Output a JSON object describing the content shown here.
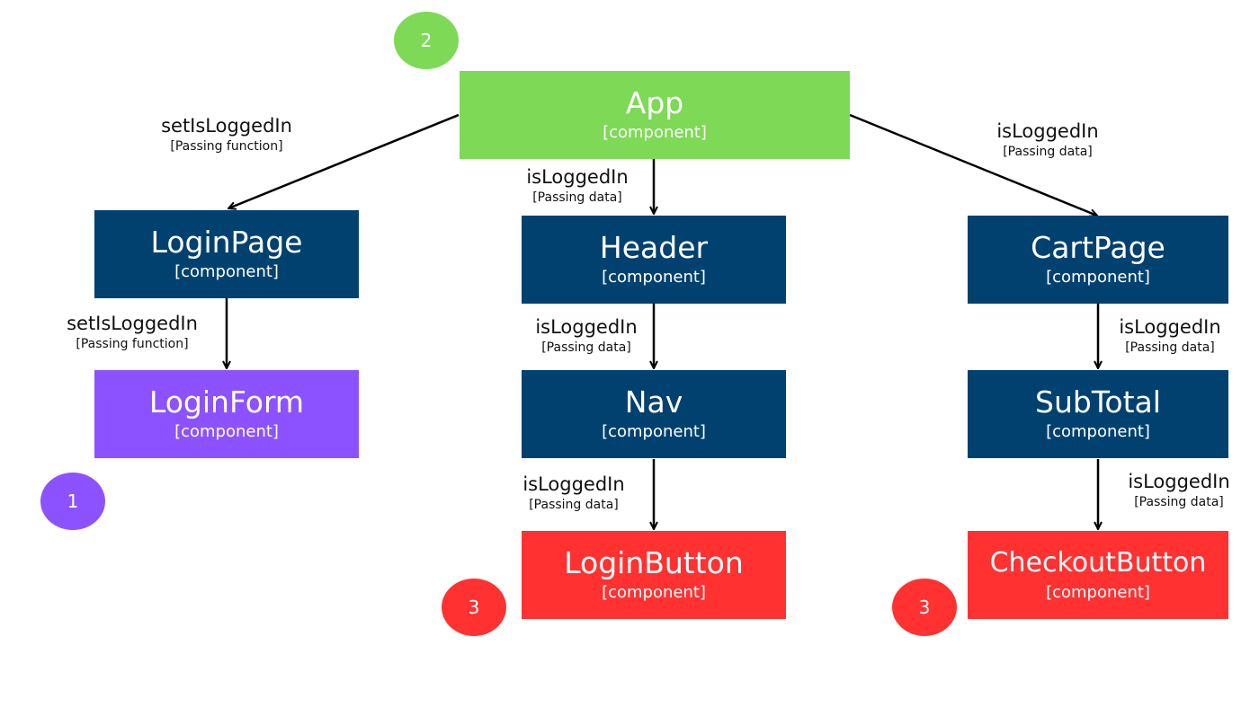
{
  "colors": {
    "root": "#7ed957",
    "component": "#004170",
    "form": "#8c52ff",
    "button": "#ff3131",
    "edge": "#000000"
  },
  "nodes": {
    "app": {
      "name": "App",
      "kind": "[component]"
    },
    "login_page": {
      "name": "LoginPage",
      "kind": "[component]"
    },
    "login_form": {
      "name": "LoginForm",
      "kind": "[component]"
    },
    "header": {
      "name": "Header",
      "kind": "[component]"
    },
    "nav": {
      "name": "Nav",
      "kind": "[component]"
    },
    "login_button": {
      "name": "LoginButton",
      "kind": "[component]"
    },
    "cart_page": {
      "name": "CartPage",
      "kind": "[component]"
    },
    "sub_total": {
      "name": "SubTotal",
      "kind": "[component]"
    },
    "checkout_button": {
      "name": "CheckoutButton",
      "kind": "[component]"
    }
  },
  "edges": {
    "app_login_page": {
      "prop": "setIsLoggedIn",
      "note": "[Passing function]"
    },
    "login_page_form": {
      "prop": "setIsLoggedIn",
      "note": "[Passing function]"
    },
    "app_header": {
      "prop": "isLoggedIn",
      "note": "[Passing data]"
    },
    "header_nav": {
      "prop": "isLoggedIn",
      "note": "[Passing data]"
    },
    "nav_login_button": {
      "prop": "isLoggedIn",
      "note": "[Passing data]"
    },
    "app_cart_page": {
      "prop": "isLoggedIn",
      "note": "[Passing data]"
    },
    "cart_sub_total": {
      "prop": "isLoggedIn",
      "note": "[Passing data]"
    },
    "sub_total_checkout": {
      "prop": "isLoggedIn",
      "note": "[Passing data]"
    }
  },
  "badges": {
    "form": "1",
    "root": "2",
    "login_button": "3",
    "checkout_button": "3"
  }
}
